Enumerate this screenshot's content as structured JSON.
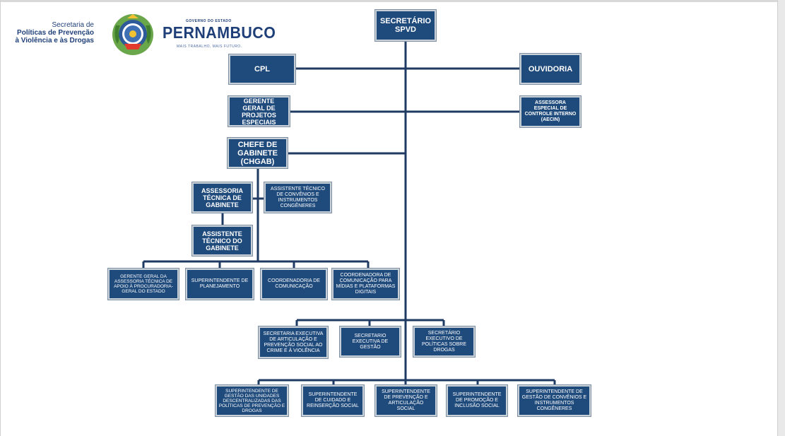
{
  "header": {
    "secretaria_line1": "Secretaria de",
    "secretaria_line2": "Políticas de Prevenção",
    "secretaria_line3": "à Violência e às Drogas",
    "governo_small": "GOVERNO DO ESTADO",
    "state_name": "PERNAMBUCO",
    "motto": "MAIS TRABALHO, MAIS FUTURO."
  },
  "colors": {
    "box_fill": "#1f4a7c",
    "connector": "#1f3b63",
    "brand_text": "#1f3f78"
  },
  "org": {
    "secretario": "SECRETÁRIO SPVD",
    "cpl": "CPL",
    "ouvidoria": "OUVIDORIA",
    "gerente_projetos": "GERENTE GERAL DE PROJETOS ESPECIAIS",
    "aecin": "ASSESSORA ESPECIAL DE CONTROLE INTERNO (AECIN)",
    "chefe_gabinete": "CHEFE DE GABINETE (CHGAB)",
    "assessoria_tecnica": "ASSESSORIA TÉCNICA DE GABINETE",
    "assistente_convenios": "ASSISTENTE TÉCNICO DE CONVÊNIOS E INSTRUMENTOS CONGÊNERES",
    "assistente_gabinete": "ASSISTENTE TÉCNICO DO GABINETE",
    "gerente_assessoria": "GERENTE GERAL DA ASSESSORIA TÉCNICA DE APOIO À PROCURADORIA-GERAL DO ESTADO",
    "sup_planejamento": "SUPERINTENDENTE DE PLANEJAMENTO",
    "coord_comunicacao": "COORDENADORIA DE COMUNICAÇÃO",
    "coord_midias": "COORDENADORA DE COMUNICAÇÃO PARA MÍDIAS E PLATAFORMAS DIGITAIS",
    "sec_exec_articulacao": "SECRETARIA EXECUTIVA DE ARTICULAÇÃO E PREVENÇÃO SOCIAL AO CRIME E À VIOLÊNCIA",
    "sec_exec_gestao": "SECRETARIO EXECUTIVA DE GESTÃO",
    "sec_exec_drogas": "SECRETÁRIO EXECUTIVO DE POLÍTICAS SOBRE DROGAS",
    "sup_unidades": "SUPERINTENDENTE DE GESTÃO DAS UNIDADES DESCENTRALIZADAS DAS POLÍTICAS DE PREVENÇÃO E DROGAS",
    "sup_cuidado": "SUPERINTENDENTE DE CUIDADO E REINSERÇÃO SOCIAL",
    "sup_prevencao": "SUPERINTENDENTE DE PREVENÇÃO E ARTICULAÇÃO SOCIAL",
    "sup_promocao": "SUPERINTENDENTE DE PROMOÇÃO E INCLUSÃO SOCIAL",
    "sup_convenios": "SUPERINTENDENTE DE GESTÃO DE CONVÊNIOS E INSTRUMENTOS CONGÊNERES"
  }
}
